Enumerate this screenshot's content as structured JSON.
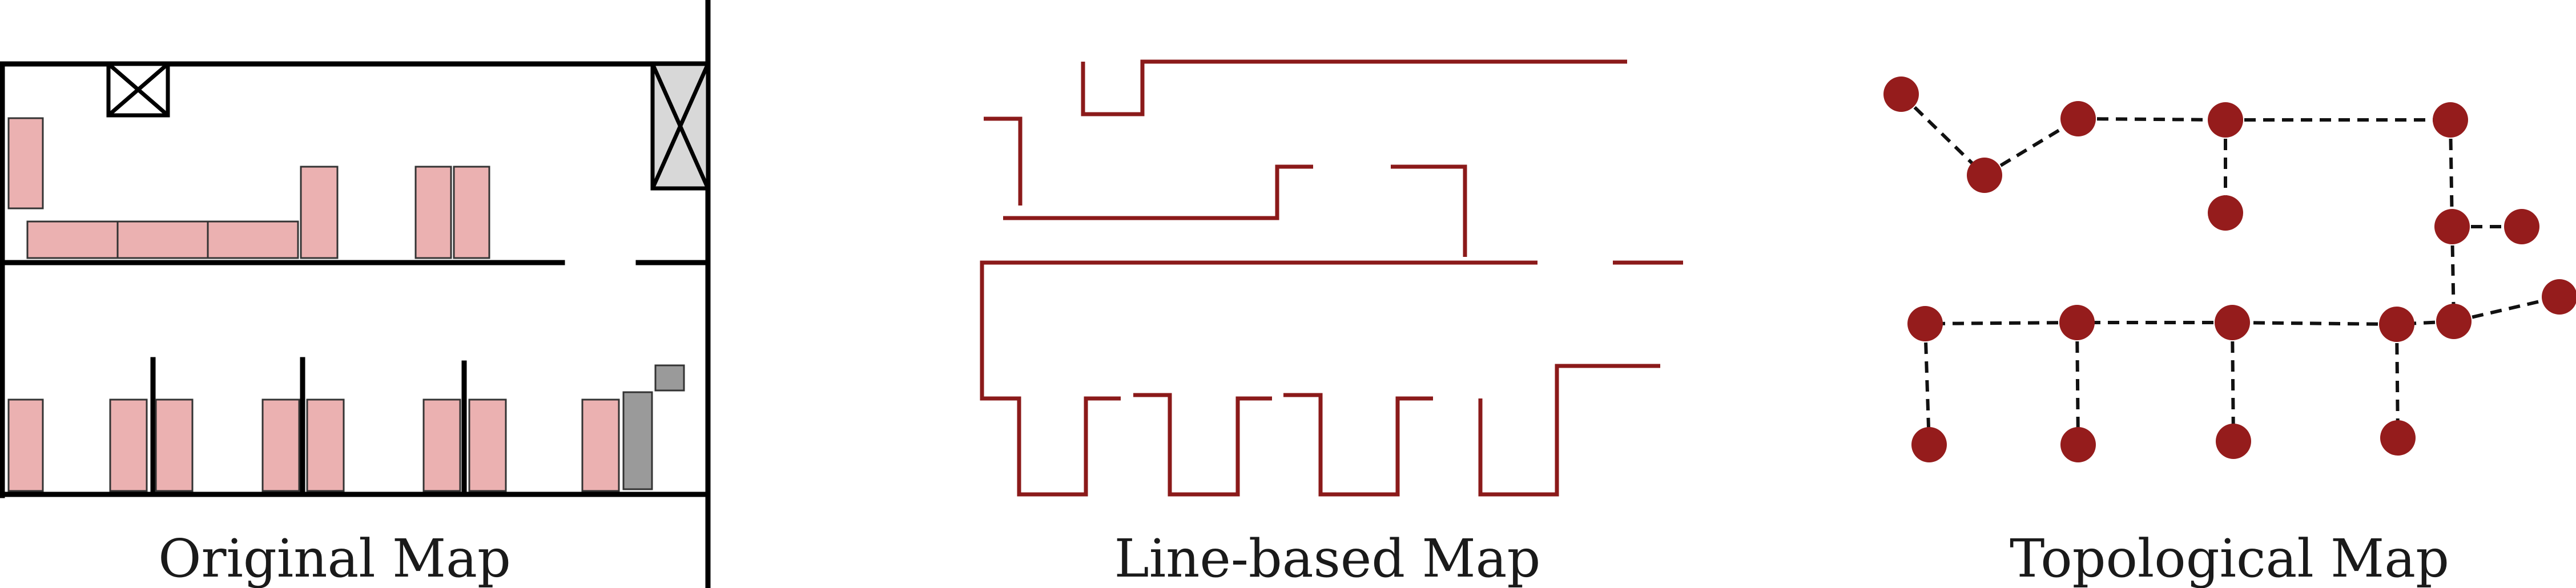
{
  "panels": [
    {
      "id": "original",
      "caption": "Original Map"
    },
    {
      "id": "line",
      "caption": "Line-based Map"
    },
    {
      "id": "topo",
      "caption": "Topological Map"
    }
  ],
  "colors": {
    "wall": "#000000",
    "shelf_fill": "#ebb1b1",
    "shelf_stroke": "#333333",
    "gray_fill": "#9a9a9a",
    "light_gray": "#d8d8d8",
    "map_red": "#8b1a1a",
    "node_red": "#951c1c",
    "edge": "#111111"
  },
  "topology": {
    "nodes": [
      "n1",
      "n2",
      "n3",
      "n4",
      "n5",
      "n6",
      "n7",
      "n8",
      "n9",
      "n10",
      "n11",
      "n12",
      "n13",
      "n14",
      "n15",
      "n16",
      "n17",
      "n18"
    ],
    "edges": [
      [
        "n1",
        "n2"
      ],
      [
        "n2",
        "n3"
      ],
      [
        "n3",
        "n4"
      ],
      [
        "n4",
        "n5"
      ],
      [
        "n4",
        "n6"
      ],
      [
        "n5",
        "n7"
      ],
      [
        "n7",
        "n8"
      ],
      [
        "n7",
        "n9"
      ],
      [
        "n9",
        "n10"
      ],
      [
        "n9",
        "n11"
      ],
      [
        "n11",
        "n12"
      ],
      [
        "n12",
        "n13"
      ],
      [
        "n13",
        "n14"
      ],
      [
        "n14",
        "n15"
      ],
      [
        "n13",
        "n16"
      ],
      [
        "n12",
        "n17"
      ],
      [
        "n11",
        "n18"
      ]
    ]
  }
}
